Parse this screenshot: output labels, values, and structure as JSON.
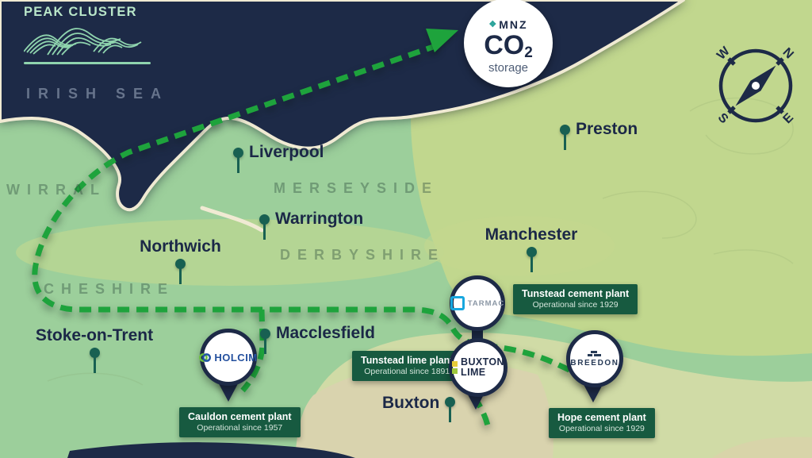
{
  "brand": {
    "name": "PEAK CLUSTER"
  },
  "labels": {
    "sea": "IRISH SEA"
  },
  "regions": [
    {
      "name": "WIRRAL"
    },
    {
      "name": "MERSEYSIDE"
    },
    {
      "name": "DERBYSHIRE"
    },
    {
      "name": "CHESHIRE"
    }
  ],
  "cities": [
    {
      "name": "Liverpool"
    },
    {
      "name": "Preston"
    },
    {
      "name": "Warrington"
    },
    {
      "name": "Manchester"
    },
    {
      "name": "Northwich"
    },
    {
      "name": "Stoke-on-Trent"
    },
    {
      "name": "Macclesfield"
    },
    {
      "name": "Buxton"
    }
  ],
  "co2_marker": {
    "logo": "MNZ",
    "gas": "CO",
    "gas_sub": "2",
    "caption": "storage"
  },
  "compass": {
    "n": "N",
    "e": "E",
    "s": "S",
    "w": "W"
  },
  "plants": [
    {
      "name": "Cauldon cement plant",
      "since": "Operational since 1957",
      "operator_logo": "HOLCIM"
    },
    {
      "name": "Tunstead cement plant",
      "since": "Operational since 1929",
      "operator_logo": "TARMAC"
    },
    {
      "name": "Tunstead lime plant",
      "since": "Operational since 1891",
      "operator_logo_line1": "BUXTON",
      "operator_logo_line2": "LIME"
    },
    {
      "name": "Hope cement plant",
      "since": "Operational since 1929",
      "operator_logo": "BREEDON"
    }
  ],
  "icons": {
    "compass": "compass-rose",
    "city_pin": "map-pin",
    "route": "dashed-pipeline",
    "arrow": "route-arrowhead",
    "brand_mark": "mountain-ridges"
  },
  "colors": {
    "sea_navy": "#1d2a47",
    "route_green": "#1ea33c",
    "info_box_green": "#175a40",
    "pin_green": "#186052",
    "mint": "#a9dcc0",
    "coast_cream": "#f0ead3",
    "holcim_blue": "#24509e",
    "tarmac_cyan": "#18a7df",
    "breedon_navy": "#273a56"
  }
}
